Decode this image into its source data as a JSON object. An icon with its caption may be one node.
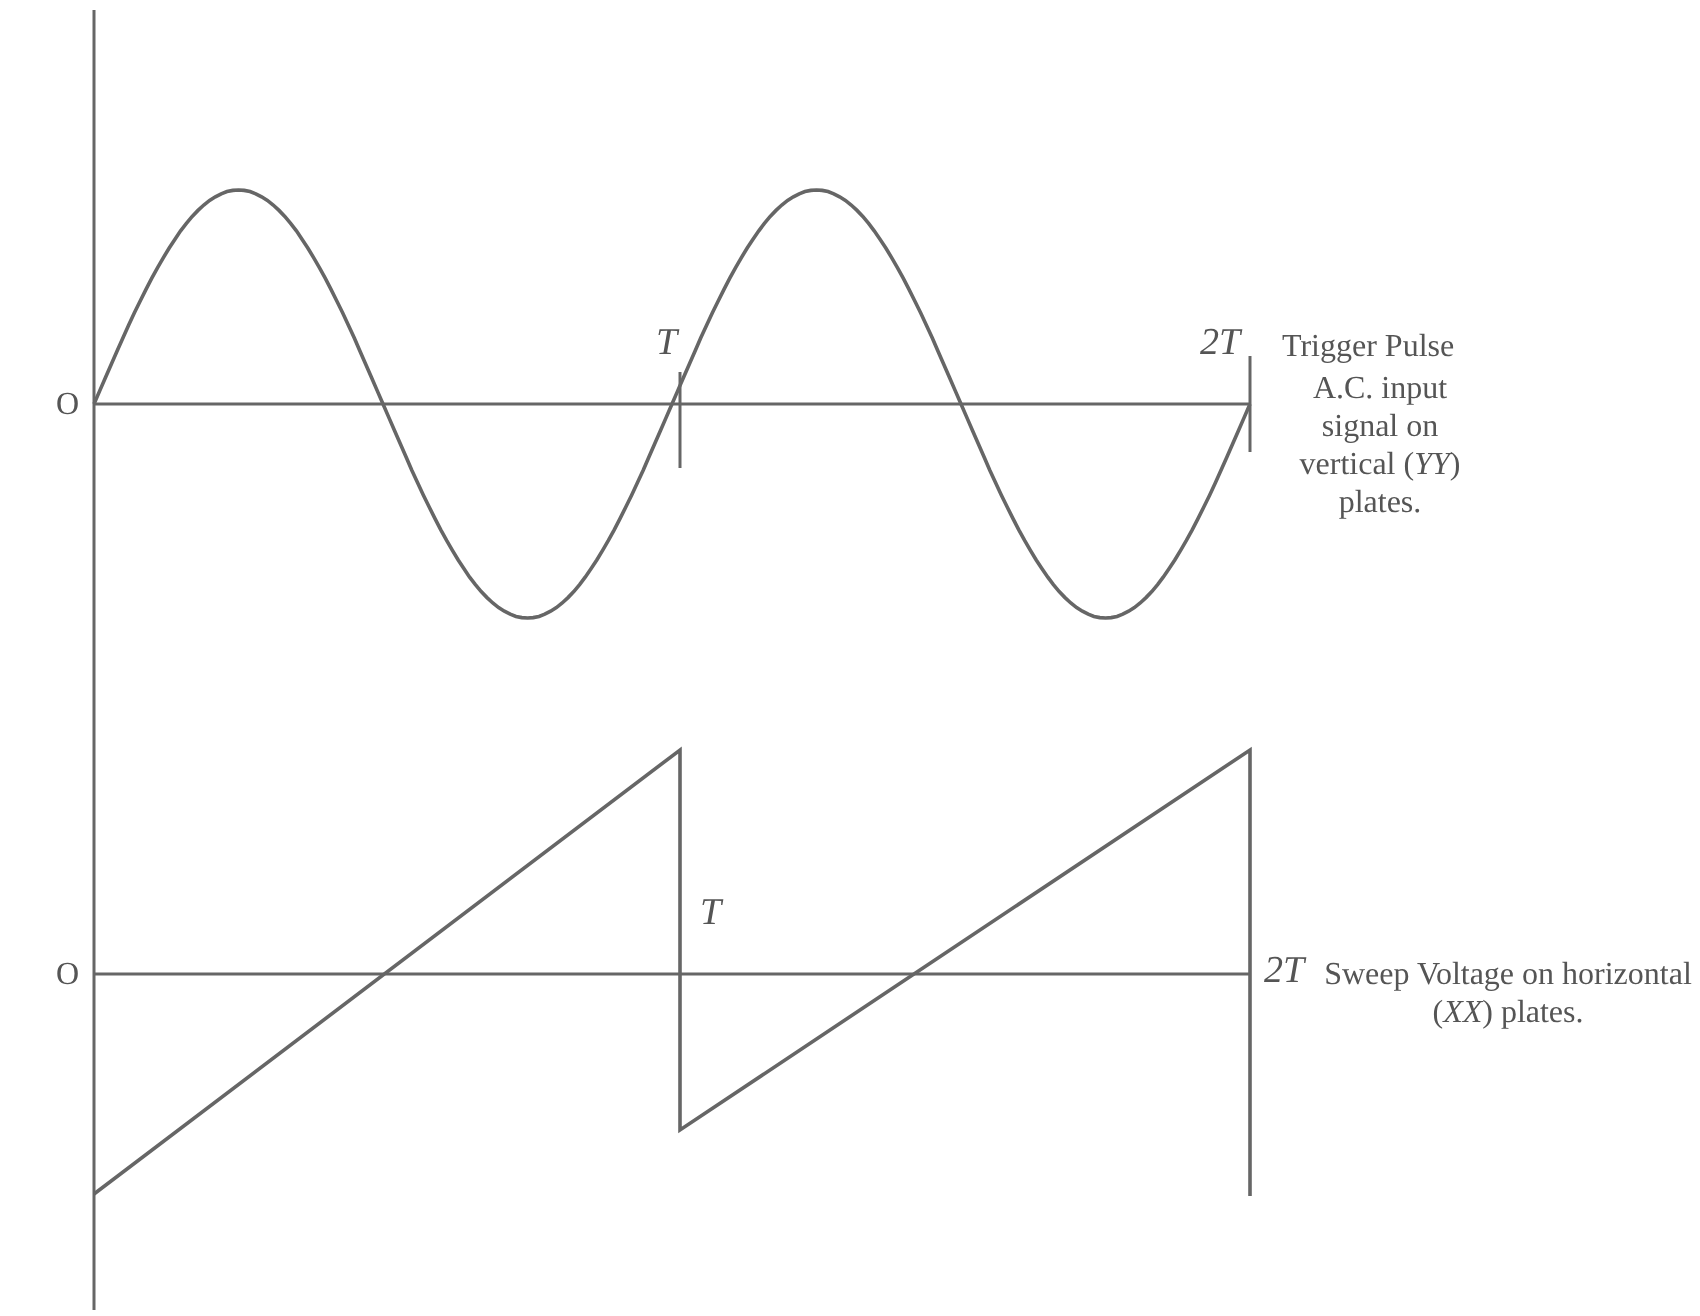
{
  "diagram": {
    "labels": [
      "O",
      "*T*",
      "*2T*",
      "Trigger Pulse",
      "A.C. input signal on vertical (*YY*) plates.",
      "O",
      "*T*",
      "*2T*",
      "Sweep Voltage on horizontal (*XX*) plates."
    ]
  }
}
